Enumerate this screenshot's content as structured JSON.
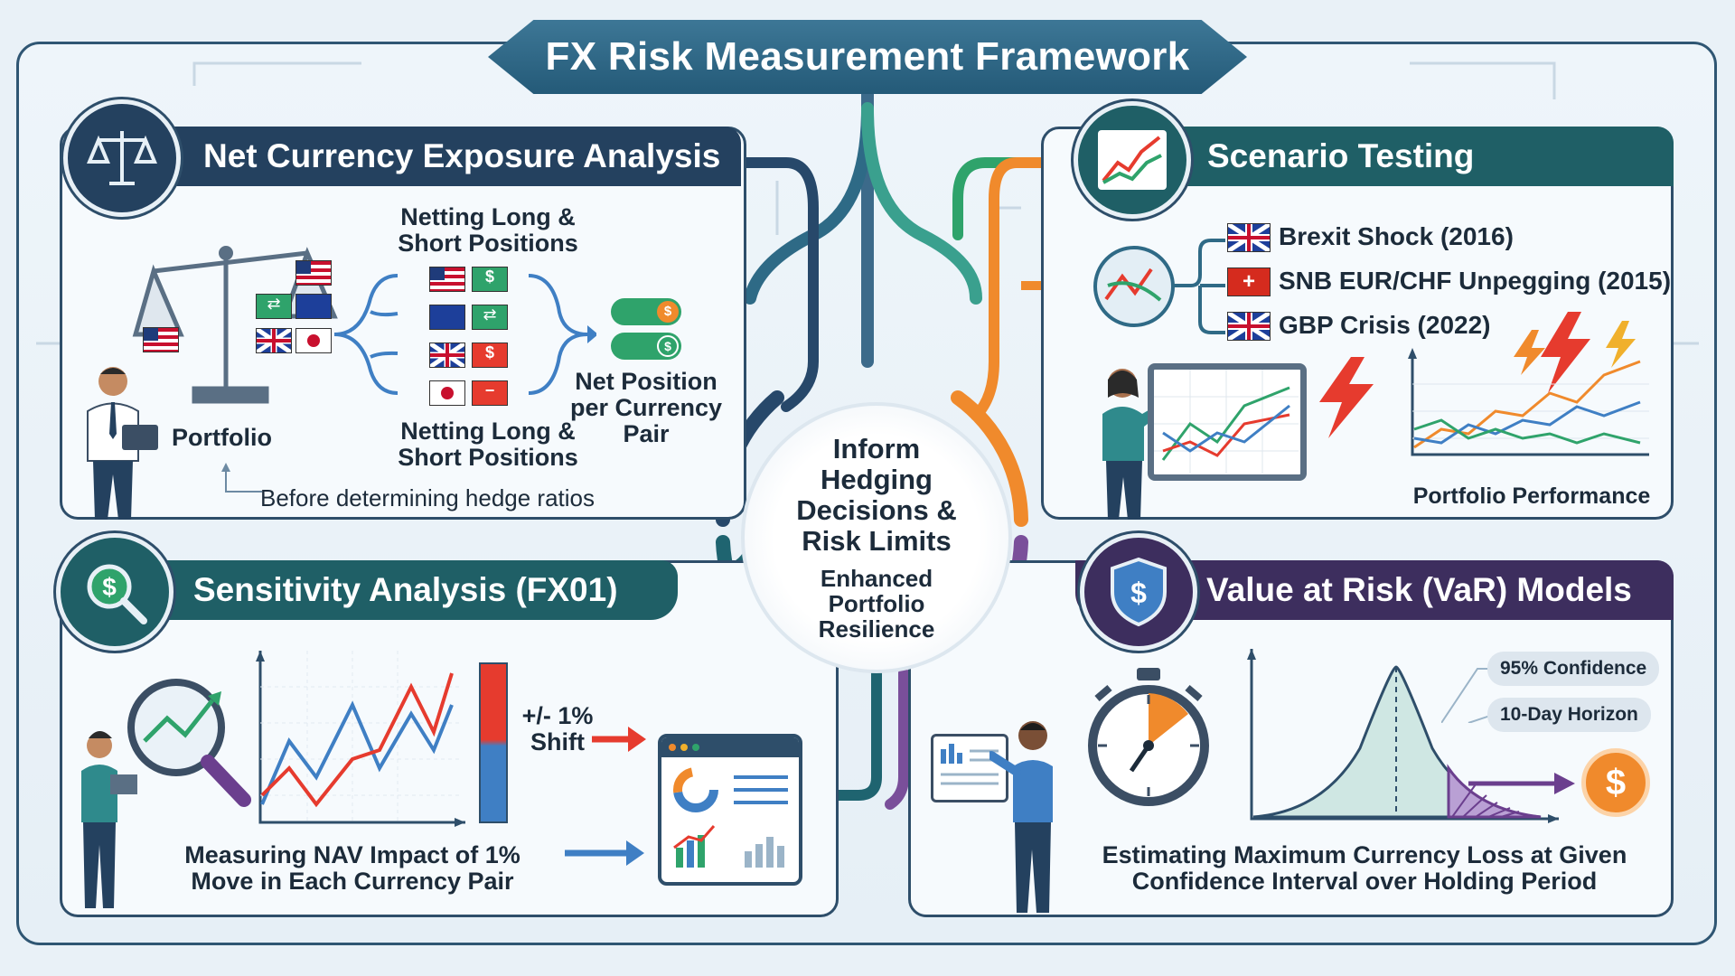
{
  "title": "FX Risk Measurement Framework",
  "colors": {
    "navy": "#24415f",
    "teal": "#1f5f66",
    "purple": "#3d2e5e",
    "orange": "#f08a2c",
    "green": "#2fa36b",
    "red": "#e63b2e"
  },
  "hub": {
    "main": "Inform Hedging Decisions & Risk Limits",
    "sub": "Enhanced Portfolio Resilience"
  },
  "net_exposure": {
    "title": "Net Currency Exposure Analysis",
    "icon": "balance-scale-icon",
    "netting_top": "Netting Long & Short Positions",
    "netting_bottom": "Netting Long & Short Positions",
    "net_position": "Net Position per Currency Pair",
    "portfolio": "Portfolio",
    "note": "Before determining hedge ratios"
  },
  "scenario": {
    "title": "Scenario Testing",
    "icon": "trend-chart-icon",
    "scenarios": [
      {
        "label": "Brexit Shock (2016)",
        "flag": "uk-flag-icon"
      },
      {
        "label": "SNB EUR/CHF Unpegging (2015)",
        "flag": "swiss-flag-icon"
      },
      {
        "label": "GBP Crisis (2022)",
        "flag": "uk-flag-icon"
      }
    ],
    "chart_caption": "Portfolio Performance"
  },
  "sensitivity": {
    "title": "Sensitivity Analysis (FX01)",
    "icon": "magnifier-dollar-icon",
    "shift": "+/- 1% Shift",
    "caption": "Measuring NAV Impact of 1% Move in Each Currency Pair"
  },
  "var": {
    "title": "Value at Risk (VaR) Models",
    "icon": "shield-dollar-icon",
    "confidence": "95% Confidence",
    "horizon": "10-Day Horizon",
    "caption": "Estimating Maximum Currency Loss at Given Confidence Interval over Holding Period"
  }
}
